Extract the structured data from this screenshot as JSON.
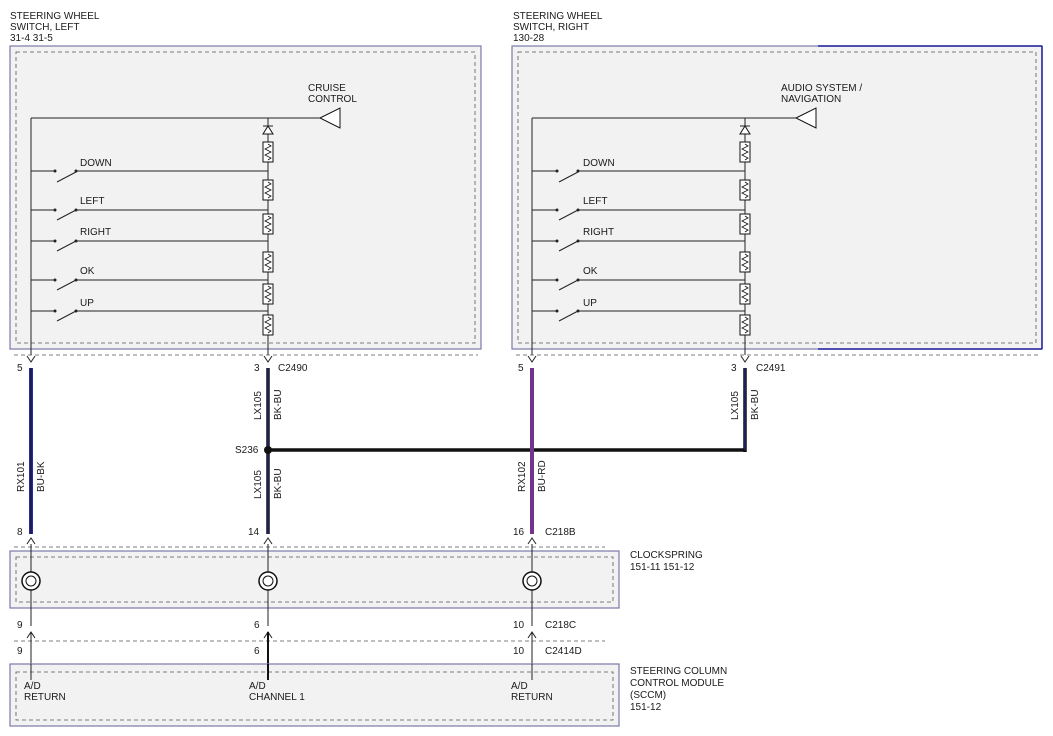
{
  "colors": {
    "box_border": "#7a7aa8",
    "box_fill": "#f2f2f2",
    "wire_blue_black": "#2a2a9a",
    "wire_blue_red": "#5a3ab0",
    "wire_black_blue": "#111111",
    "highlight_border": "#2020a0"
  },
  "icons": [
    "switch-contact",
    "resistor",
    "diode",
    "connector-arrow",
    "clockspring-coil",
    "splice-dot",
    "signal-triangle"
  ],
  "components": {
    "swl": {
      "title1": "STEERING WHEEL",
      "title2": "SWITCH, LEFT",
      "ref": "31-4   31-5",
      "function": "CRUISE\nCONTROL"
    },
    "swr": {
      "title1": "STEERING WHEEL",
      "title2": "SWITCH, RIGHT",
      "ref": "130-28",
      "function1": "AUDIO SYSTEM /",
      "function2": "NAVIGATION"
    },
    "clockspring": {
      "title": "CLOCKSPRING",
      "ref": "151-11   151-12"
    },
    "sccm": {
      "title1": "STEERING COLUMN",
      "title2": "CONTROL MODULE",
      "title3": "(SCCM)",
      "ref": "151-12"
    }
  },
  "switches": [
    "DOWN",
    "LEFT",
    "RIGHT",
    "OK",
    "UP"
  ],
  "connectors": {
    "c2490": "C2490",
    "c2491": "C2491",
    "c218b": "C218B",
    "c218c": "C218C",
    "c2414d": "C2414D",
    "s236": "S236"
  },
  "pins": {
    "swl_a": "5",
    "swl_b": "3",
    "swr_a": "5",
    "swr_b": "3",
    "cs_top_1": "8",
    "cs_top_2": "14",
    "cs_top_3": "16",
    "cs_bot_1": "9",
    "cs_bot_2": "6",
    "cs_bot_3": "10",
    "sccm_1": "9",
    "sccm_2": "6",
    "sccm_3": "10"
  },
  "wires": [
    {
      "circuit": "RX101",
      "color": "BU-BK"
    },
    {
      "circuit": "LX105",
      "color": "BK-BU"
    },
    {
      "circuit": "LX105",
      "color": "BK-BU"
    },
    {
      "circuit": "RX102",
      "color": "BU-RD"
    },
    {
      "circuit": "LX105",
      "color": "BK-BU"
    }
  ],
  "sccm_pins": [
    {
      "l1": "A/D",
      "l2": "RETURN"
    },
    {
      "l1": "A/D",
      "l2": "CHANNEL 1"
    },
    {
      "l1": "A/D",
      "l2": "RETURN"
    }
  ]
}
